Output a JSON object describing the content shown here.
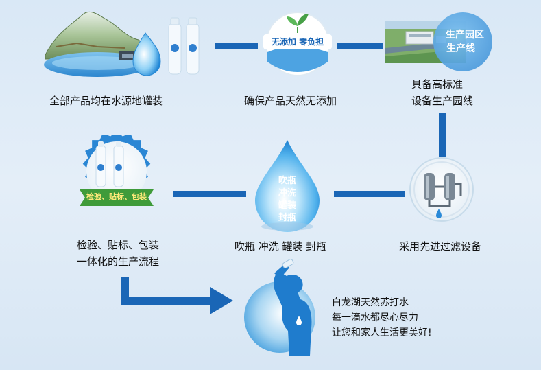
{
  "steps": {
    "source": {
      "caption": "全部产品均在水源地罐装"
    },
    "no_additive": {
      "caption": "确保产品天然无添加",
      "badge": "无添加 零负担"
    },
    "industrial_park": {
      "caption_line1": "具备高标准",
      "caption_line2": "设备生产园线",
      "badge_line1": "生产园区",
      "badge_line2": "生产线"
    },
    "filtration": {
      "caption": "采用先进过滤设备"
    },
    "bottling": {
      "caption": "吹瓶  冲洗  罐装  封瓶",
      "drop_lines": [
        "吹瓶",
        "冲洗",
        "罐装",
        "封瓶"
      ]
    },
    "inspection": {
      "caption_line1": "检验、贴标、包装",
      "caption_line2": "一体化的生产流程",
      "ribbon": "检验、贴标、包装"
    }
  },
  "slogan": {
    "line1": "白龙湖天然苏打水",
    "line2": "每一滴水都尽心尽力",
    "line3": "让您和家人生活更美好!"
  },
  "colors": {
    "connector": "#1a66b6",
    "water_blue": "#3a9be0",
    "green": "#3f9b3a"
  }
}
